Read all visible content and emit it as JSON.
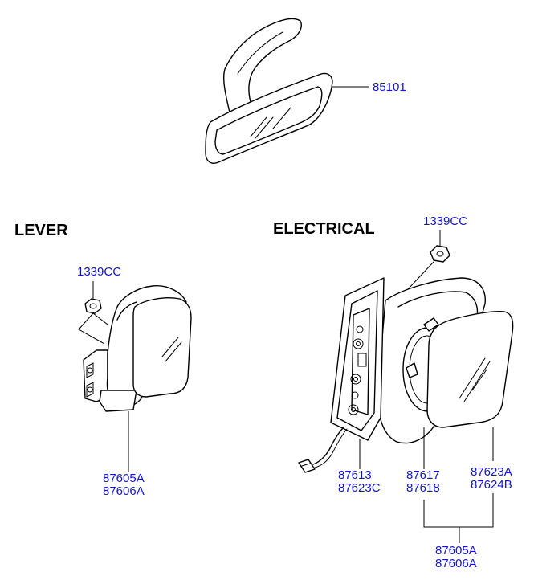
{
  "headings": {
    "lever": "LEVER",
    "electrical": "ELECTRICAL"
  },
  "parts": {
    "rear_view_mirror": "85101",
    "lever_nut": "1339CC",
    "lever_mirror_a": "87605A",
    "lever_mirror_b": "87606A",
    "elec_nut": "1339CC",
    "elec_cover_a": "87613",
    "elec_cover_b": "87623C",
    "elec_motor_a": "87617",
    "elec_motor_b": "87618",
    "elec_glass_a": "87623A",
    "elec_glass_b": "87624B",
    "elec_assy_a": "87605A",
    "elec_assy_b": "87606A"
  },
  "colors": {
    "label": "#1515c8",
    "lines": "#000000",
    "background": "#ffffff"
  }
}
